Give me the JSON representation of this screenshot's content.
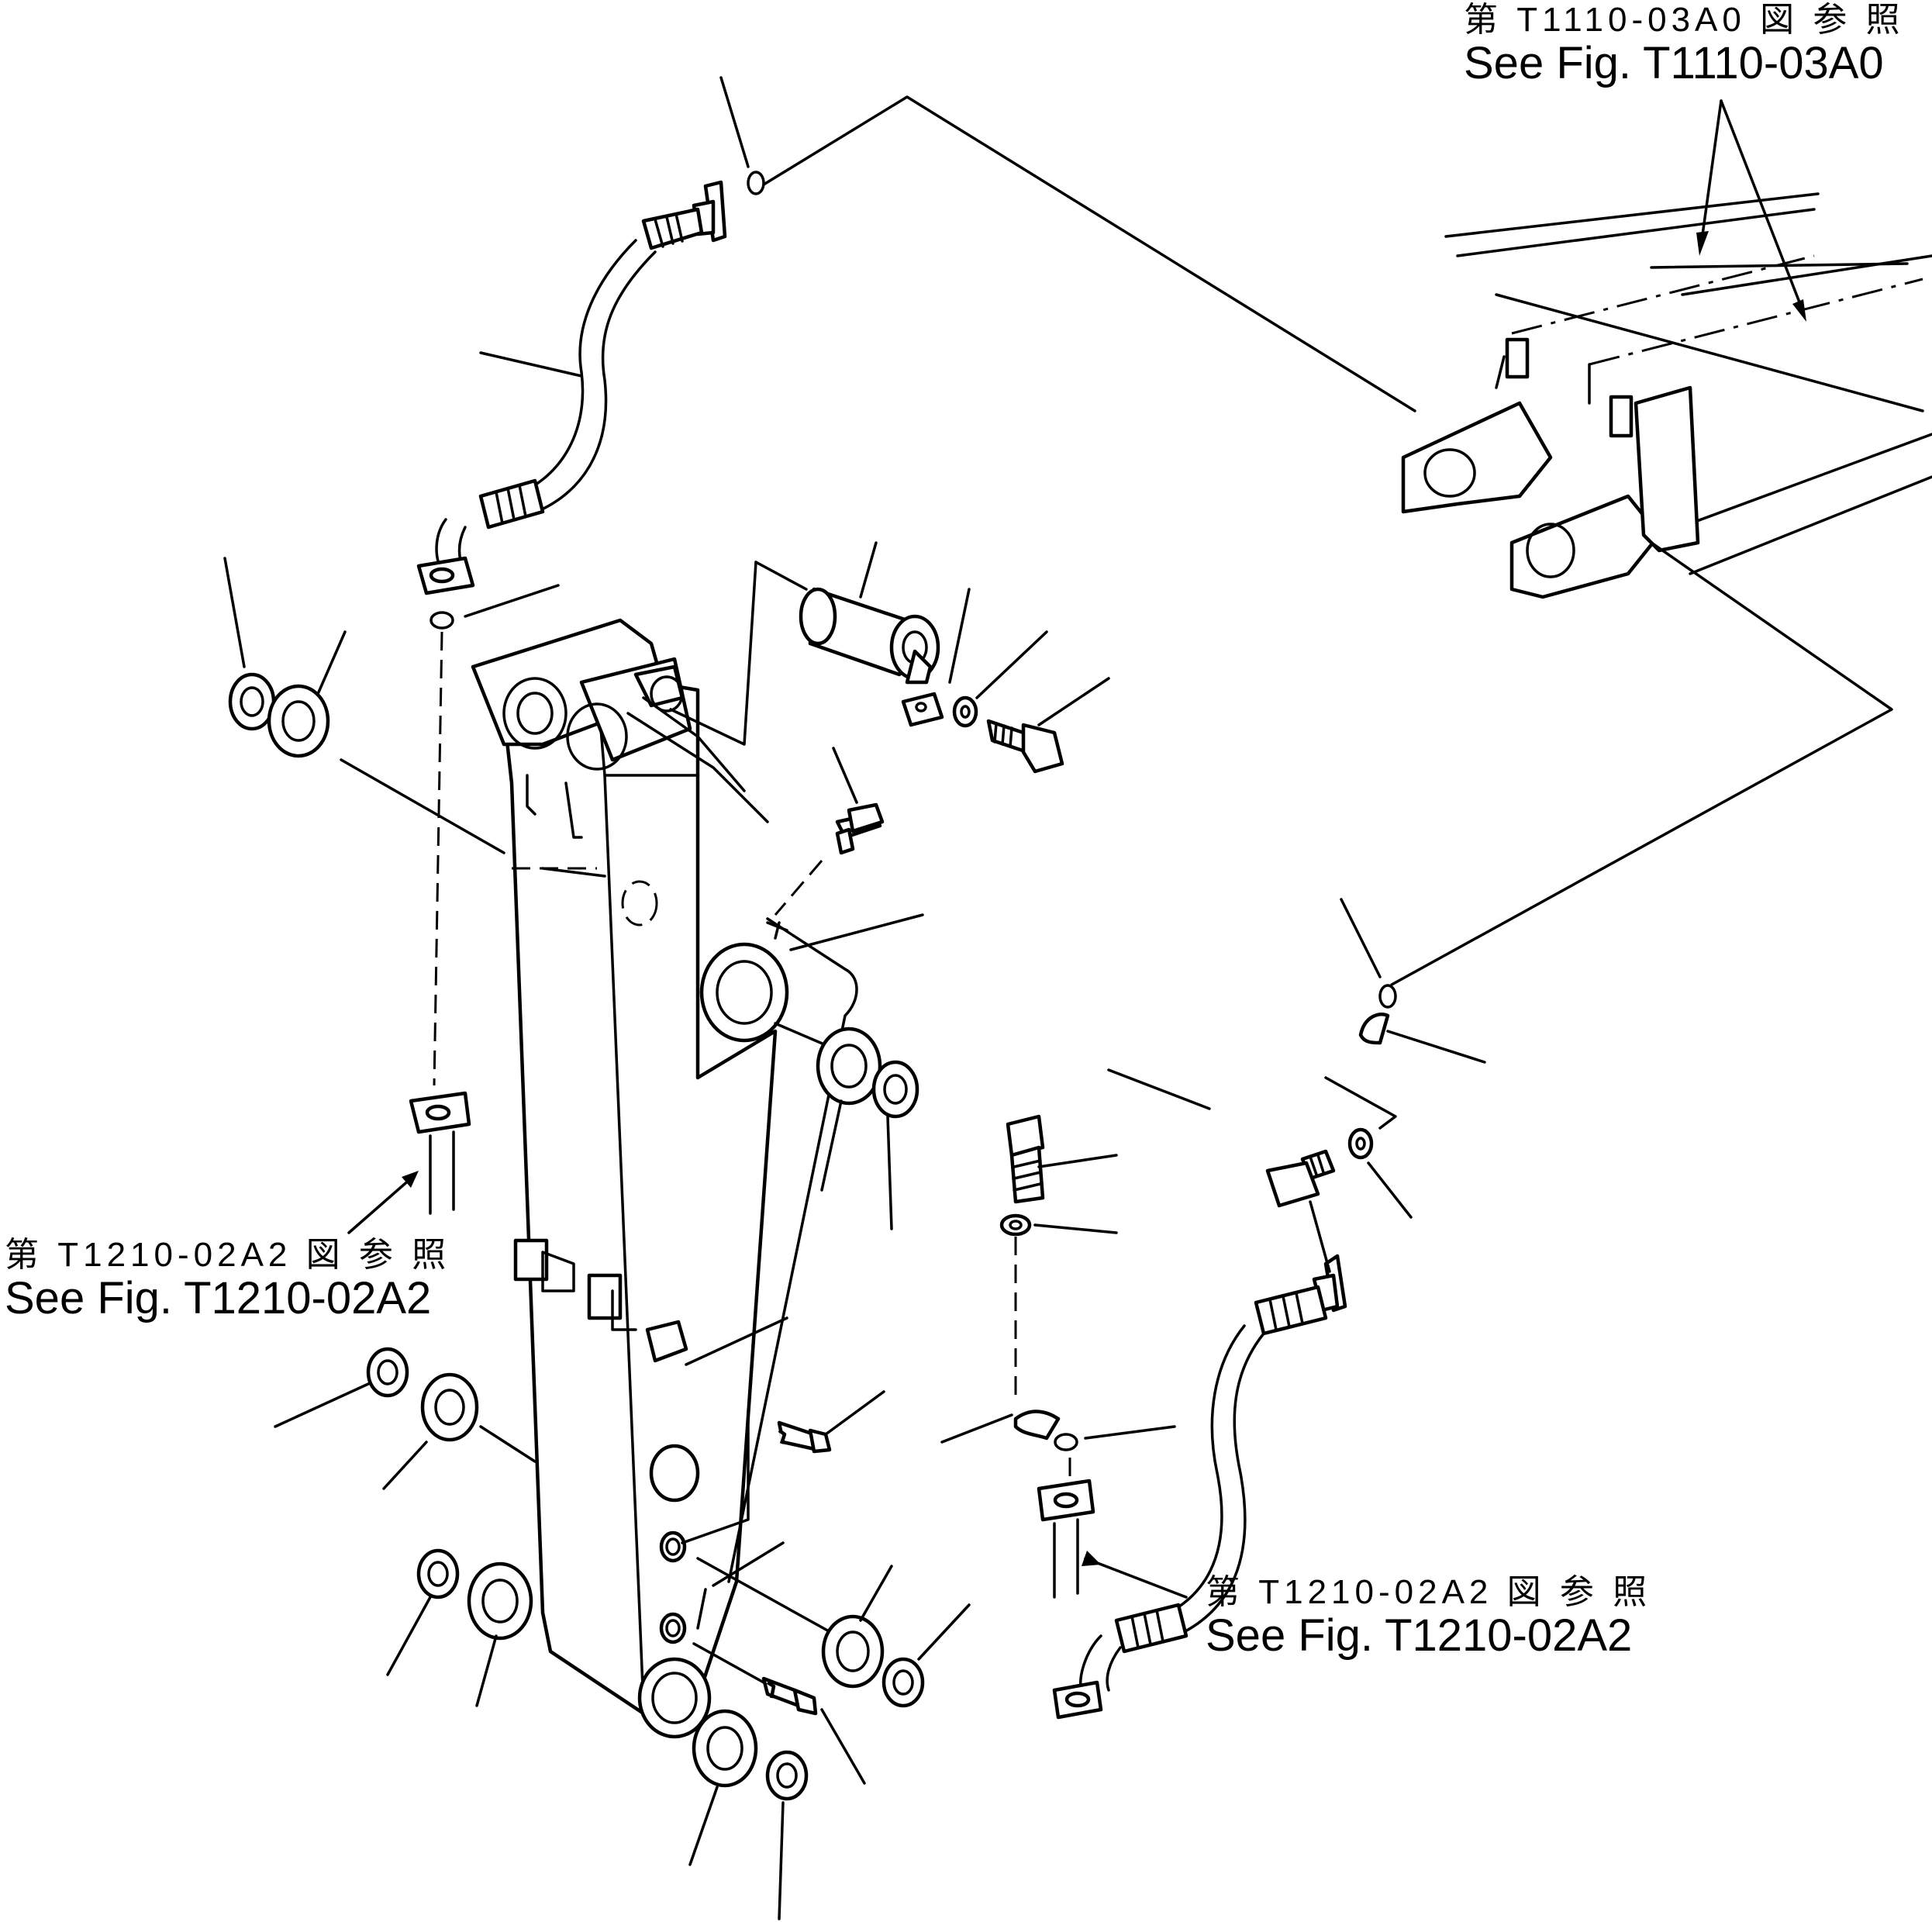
{
  "references": {
    "top": {
      "jp": "第 T1110-03A0 図 参 照",
      "en": "See Fig. T1110-03A0"
    },
    "left": {
      "jp": "第 T1210-02A2 図 参 照",
      "en": "See Fig. T1210-02A2"
    },
    "right": {
      "jp": "第 T1210-02A2 図 参 照",
      "en": "See Fig. T1210-02A2"
    }
  }
}
